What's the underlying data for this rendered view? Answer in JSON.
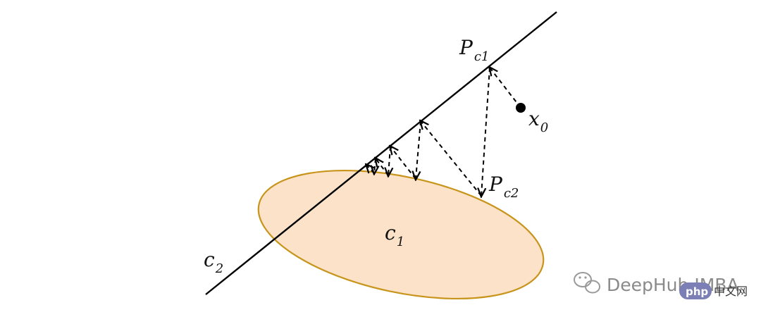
{
  "labels": {
    "pc1_main": "P",
    "pc1_sub": "c1",
    "pc2_main": "P",
    "pc2_sub": "c2",
    "x0_main": "x",
    "x0_sub": "0",
    "c1_main": "c",
    "c1_sub": "1",
    "c2_main": "c",
    "c2_sub": "2"
  },
  "watermark": {
    "brand": "DeepHub IMBA",
    "php_badge": "php",
    "site": "中文网",
    "icon": "wechat-icon"
  },
  "colors": {
    "ellipse_fill": "#fbe2c8",
    "ellipse_stroke": "#c8951c",
    "line": "#000000",
    "php_badge": "#7b7fb5"
  }
}
